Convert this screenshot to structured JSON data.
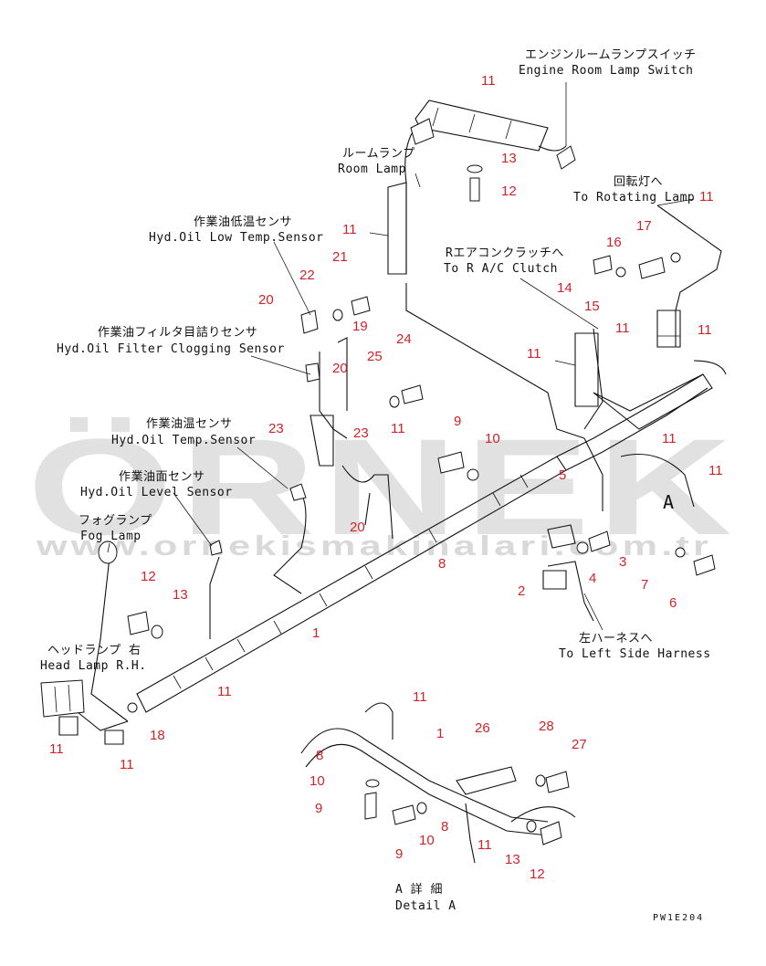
{
  "watermark": {
    "brand": "ÖRNEK",
    "url": "www.ornekismakinalari.com.tr",
    "accent_color": "#f3c66a",
    "text_color": "#c9c9c9"
  },
  "labels": {
    "engine_room_switch_jp": "エンジンルームランプスイッチ",
    "engine_room_switch_en": "Engine Room Lamp Switch",
    "room_lamp_jp": "ルームランプ",
    "room_lamp_en": "Room Lamp",
    "rotating_lamp_jp": "回転灯へ",
    "rotating_lamp_en": "To Rotating Lamp",
    "hyd_low_temp_jp": "作業油低温センサ",
    "hyd_low_temp_en": "Hyd.Oil Low Temp.Sensor",
    "ac_clutch_jp": "Rエアコンクラッチへ",
    "ac_clutch_en": "To R A/C Clutch",
    "filter_clog_jp": "作業油フィルタ目詰りセンサ",
    "filter_clog_en": "Hyd.Oil Filter Clogging Sensor",
    "hyd_temp_jp": "作業油温センサ",
    "hyd_temp_en": "Hyd.Oil Temp.Sensor",
    "hyd_level_jp": "作業油面センサ",
    "hyd_level_en": "Hyd.Oil Level Sensor",
    "fog_lamp_jp": "フォグランプ",
    "fog_lamp_en": "Fog Lamp",
    "head_lamp_jp": "ヘッドランプ 右",
    "head_lamp_en": "Head Lamp R.H.",
    "left_harness_jp": "左ハーネスへ",
    "left_harness_en": "To Left Side Harness",
    "detail_jp": "A 詳 細",
    "detail_en": "Detail A",
    "view_marker": "A",
    "drawing_code": "PW1E204"
  },
  "part_numbers": [
    {
      "id": "n11a",
      "text": "11"
    },
    {
      "id": "n13a",
      "text": "13"
    },
    {
      "id": "n12a",
      "text": "12"
    },
    {
      "id": "n11b",
      "text": "11"
    },
    {
      "id": "n11c",
      "text": "11"
    },
    {
      "id": "n17",
      "text": "17"
    },
    {
      "id": "n16",
      "text": "16"
    },
    {
      "id": "n14",
      "text": "14"
    },
    {
      "id": "n15",
      "text": "15"
    },
    {
      "id": "n21",
      "text": "21"
    },
    {
      "id": "n22",
      "text": "22"
    },
    {
      "id": "n20a",
      "text": "20"
    },
    {
      "id": "n19",
      "text": "19"
    },
    {
      "id": "n11d",
      "text": "11"
    },
    {
      "id": "n11e",
      "text": "11"
    },
    {
      "id": "n11f",
      "text": "11"
    },
    {
      "id": "n25",
      "text": "25"
    },
    {
      "id": "n24",
      "text": "24"
    },
    {
      "id": "n20b",
      "text": "20"
    },
    {
      "id": "n23a",
      "text": "23"
    },
    {
      "id": "n23b",
      "text": "23"
    },
    {
      "id": "n11g",
      "text": "11"
    },
    {
      "id": "n9a",
      "text": "9"
    },
    {
      "id": "n10a",
      "text": "10"
    },
    {
      "id": "n5",
      "text": "5"
    },
    {
      "id": "n11h",
      "text": "11"
    },
    {
      "id": "n11i",
      "text": "11"
    },
    {
      "id": "n20c",
      "text": "20"
    },
    {
      "id": "n8a",
      "text": "8"
    },
    {
      "id": "n3",
      "text": "3"
    },
    {
      "id": "n4",
      "text": "4"
    },
    {
      "id": "n2",
      "text": "2"
    },
    {
      "id": "n7",
      "text": "7"
    },
    {
      "id": "n6",
      "text": "6"
    },
    {
      "id": "n12b",
      "text": "12"
    },
    {
      "id": "n13b",
      "text": "13"
    },
    {
      "id": "n1a",
      "text": "1"
    },
    {
      "id": "n11j",
      "text": "11"
    },
    {
      "id": "n18",
      "text": "18"
    },
    {
      "id": "n11k",
      "text": "11"
    },
    {
      "id": "n11l",
      "text": "11"
    },
    {
      "id": "n11m",
      "text": "11"
    },
    {
      "id": "n1b",
      "text": "1"
    },
    {
      "id": "n26",
      "text": "26"
    },
    {
      "id": "n28",
      "text": "28"
    },
    {
      "id": "n27",
      "text": "27"
    },
    {
      "id": "n8b",
      "text": "8"
    },
    {
      "id": "n10b",
      "text": "10"
    },
    {
      "id": "n9b",
      "text": "9"
    },
    {
      "id": "n10c",
      "text": "10"
    },
    {
      "id": "n8c",
      "text": "8"
    },
    {
      "id": "n9c",
      "text": "9"
    },
    {
      "id": "n11n",
      "text": "11"
    },
    {
      "id": "n13c",
      "text": "13"
    },
    {
      "id": "n12c",
      "text": "12"
    }
  ]
}
